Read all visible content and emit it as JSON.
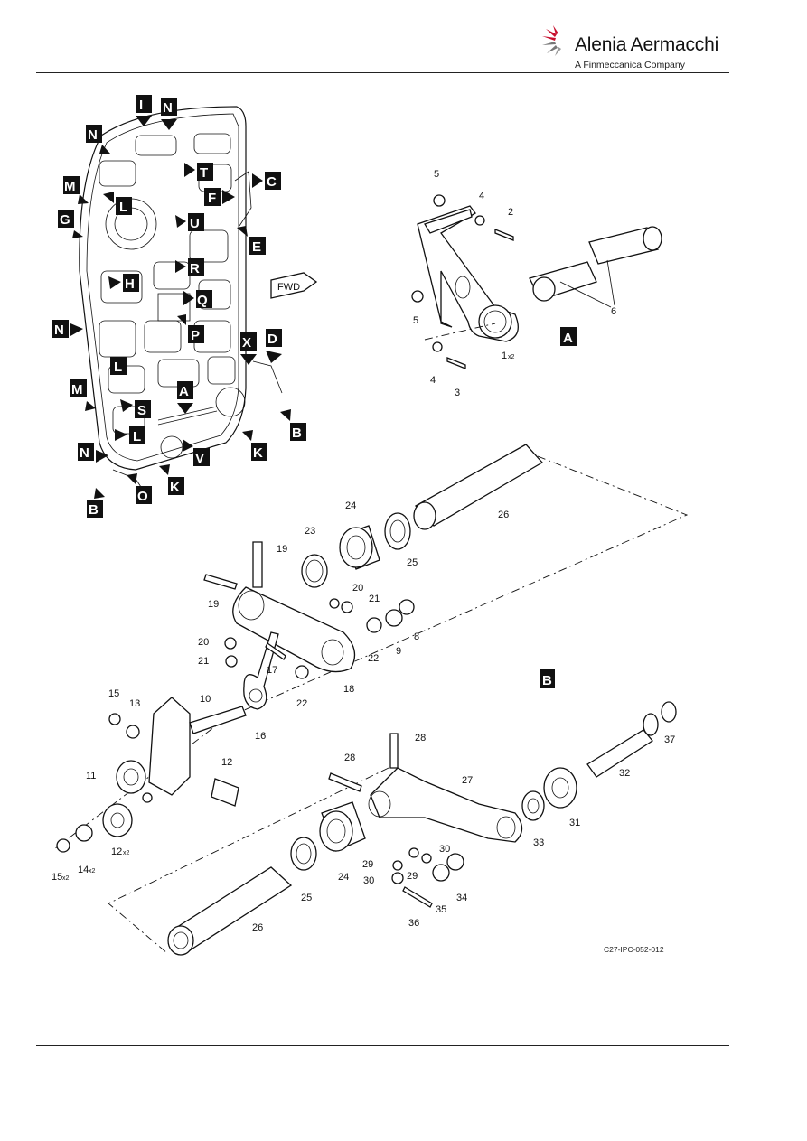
{
  "brand": {
    "name": "Alenia Aermacchi",
    "tagline": "A Finmeccanica Company",
    "accent": "#c8102e"
  },
  "figure_code": "C27-IPC-052-012",
  "fwd_label": "FWD",
  "view_labels": [
    "A",
    "B"
  ],
  "door_callouts": [
    "I",
    "N",
    "N",
    "M",
    "G",
    "L",
    "T",
    "C",
    "F",
    "U",
    "E",
    "R",
    "H",
    "Q",
    "N",
    "P",
    "X",
    "D",
    "L",
    "A",
    "M",
    "S",
    "L",
    "N",
    "B",
    "V",
    "K",
    "K",
    "O",
    "B"
  ],
  "view_a_items": [
    "5",
    "4",
    "2",
    "5",
    "6",
    "1",
    "x2",
    "4",
    "3"
  ],
  "view_b_items": [
    "24",
    "26",
    "23",
    "19",
    "19",
    "25",
    "20",
    "21",
    "8",
    "9",
    "22",
    "20",
    "21",
    "17",
    "22",
    "18",
    "15",
    "10",
    "13",
    "28",
    "37",
    "12",
    "32",
    "11",
    "28",
    "27",
    "16",
    "31",
    "33",
    "12",
    "x2",
    "14",
    "x2",
    "15",
    "x2",
    "29",
    "30",
    "24",
    "29",
    "34",
    "30",
    "35",
    "25",
    "36",
    "26"
  ]
}
